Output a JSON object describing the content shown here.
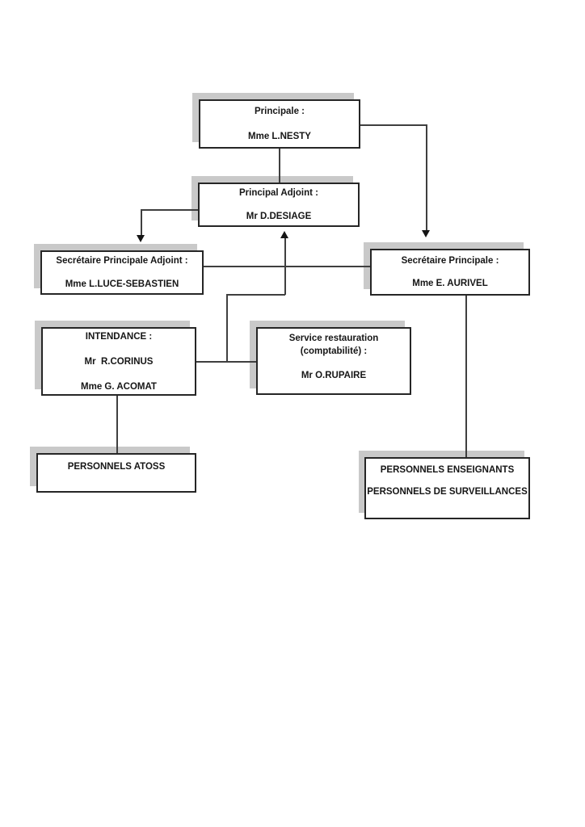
{
  "colors": {
    "page_background": "#ffffff",
    "box_background": "#ffffff",
    "box_border": "#262626",
    "box_shadow": "#c9c9c9",
    "connector_line": "#3f3f3f",
    "arrowhead": "#141414",
    "text": "#161616"
  },
  "nodes": {
    "principale": {
      "lines": [
        "Principale :",
        "Mme L.NESTY"
      ]
    },
    "adjoint": {
      "lines": [
        "Principal Adjoint :",
        "Mr D.DESIAGE"
      ]
    },
    "sec_adjoint": {
      "lines": [
        "Secrétaire Principale Adjoint :",
        "Mme L.LUCE-SEBASTIEN"
      ]
    },
    "sec_principale": {
      "lines": [
        "Secrétaire Principale :",
        "Mme E. AURIVEL"
      ]
    },
    "intendance": {
      "lines": [
        "INTENDANCE :",
        "Mr  R.CORINUS",
        "Mme G. ACOMAT"
      ]
    },
    "restauration": {
      "lines": [
        "Service restauration",
        "(comptabilité) :",
        "Mr O.RUPAIRE"
      ]
    },
    "atoss": {
      "lines": [
        "PERSONNELS ATOSS"
      ]
    },
    "enseignants": {
      "lines": [
        "PERSONNELS ENSEIGNANTS",
        "PERSONNELS DE SURVEILLANCES"
      ]
    }
  },
  "connectors": [
    {
      "from": "principale",
      "to": "adjoint",
      "arrow": "none"
    },
    {
      "from": "principale",
      "to": "sec_principale",
      "arrow": "down"
    },
    {
      "from": "adjoint",
      "to": "sec_adjoint",
      "arrow": "down"
    },
    {
      "from": "sec_adjoint",
      "to": "sec_principale",
      "arrow": "none"
    },
    {
      "from": "intendance",
      "to": "adjoint",
      "arrow": "up"
    },
    {
      "from": "intendance",
      "to": "restauration",
      "arrow": "none"
    },
    {
      "from": "intendance",
      "to": "atoss",
      "arrow": "none"
    },
    {
      "from": "sec_principale",
      "to": "enseignants",
      "arrow": "none"
    }
  ]
}
